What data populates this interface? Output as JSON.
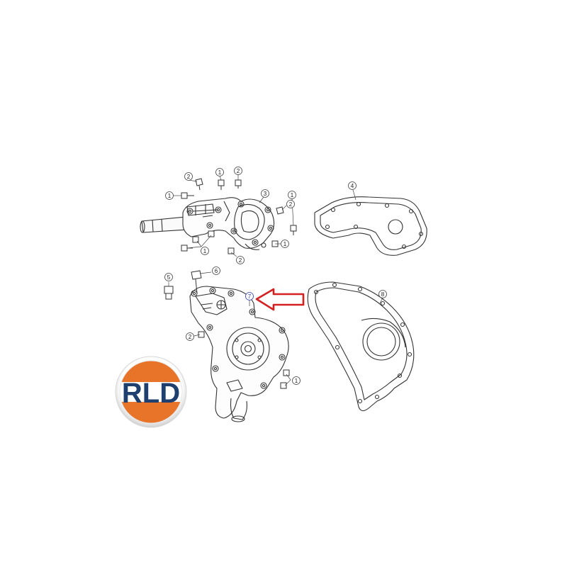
{
  "diagram": {
    "callouts": [
      {
        "id": "c-2a",
        "label": "2"
      },
      {
        "id": "c-1a",
        "label": "1"
      },
      {
        "id": "c-2b",
        "label": "2"
      },
      {
        "id": "c-1b",
        "label": "1"
      },
      {
        "id": "c-3",
        "label": "3"
      },
      {
        "id": "c-2c",
        "label": "2"
      },
      {
        "id": "c-1c",
        "label": "1"
      },
      {
        "id": "c-1d",
        "label": "1"
      },
      {
        "id": "c-1e",
        "label": "1"
      },
      {
        "id": "c-2d",
        "label": "2"
      },
      {
        "id": "c-4",
        "label": "4"
      },
      {
        "id": "c-5",
        "label": "5"
      },
      {
        "id": "c-6",
        "label": "6"
      },
      {
        "id": "c-7",
        "label": "7",
        "highlighted": true
      },
      {
        "id": "c-8",
        "label": "8"
      },
      {
        "id": "c-2e",
        "label": "2"
      },
      {
        "id": "c-1f",
        "label": "1"
      }
    ],
    "arrow_color": "#d42020"
  },
  "logo": {
    "text": "RLD",
    "colors": {
      "orange": "#e8742a",
      "navy": "#1f3f6e",
      "ring": "#d8d8d8"
    }
  }
}
